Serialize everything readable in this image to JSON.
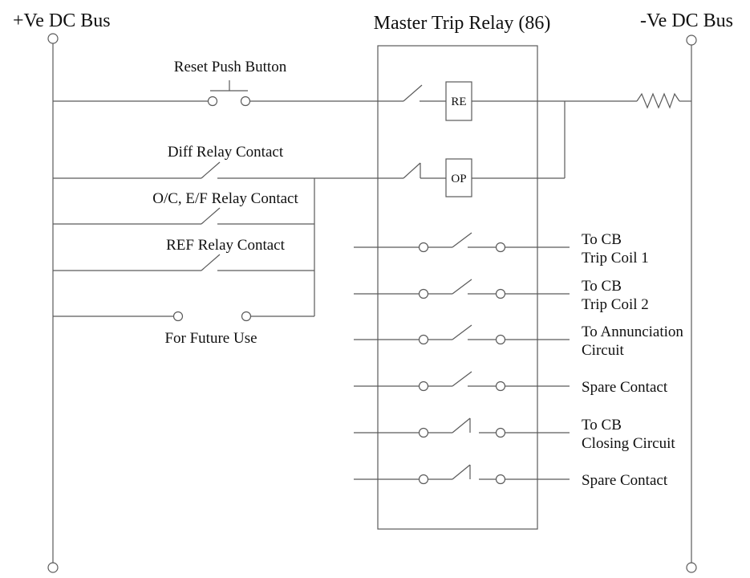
{
  "diagram": {
    "title": "Master Trip Relay (86)",
    "buses": {
      "positive": "+Ve DC Bus",
      "negative": "-Ve DC Bus"
    },
    "coils": {
      "reset": "RE",
      "operate": "OP"
    },
    "input_rows": [
      {
        "label": "Reset Push Button",
        "type": "push-button"
      },
      {
        "label": "Diff Relay Contact",
        "type": "relay-contact"
      },
      {
        "label": "O/C, E/F Relay Contact",
        "type": "relay-contact"
      },
      {
        "label": "REF Relay Contact",
        "type": "relay-contact"
      },
      {
        "label": "For Future Use",
        "type": "spare-terminals"
      }
    ],
    "output_rows": [
      {
        "line1": "To CB",
        "line2": "Trip Coil 1",
        "contact": "normally-open"
      },
      {
        "line1": "To CB",
        "line2": "Trip Coil 2",
        "contact": "normally-open"
      },
      {
        "line1": "To Annunciation",
        "line2": "Circuit",
        "contact": "normally-open"
      },
      {
        "line1": "Spare Contact",
        "line2": "",
        "contact": "normally-open"
      },
      {
        "line1": "To CB",
        "line2": "Closing Circuit",
        "contact": "normally-closed"
      },
      {
        "line1": "Spare Contact",
        "line2": "",
        "contact": "normally-closed"
      }
    ],
    "components": {
      "resistor": "series-resistor",
      "relay_boundary": "relay-box"
    },
    "colors": {
      "wire": "#5a5a5a",
      "text": "#101010",
      "background": "#ffffff"
    }
  }
}
